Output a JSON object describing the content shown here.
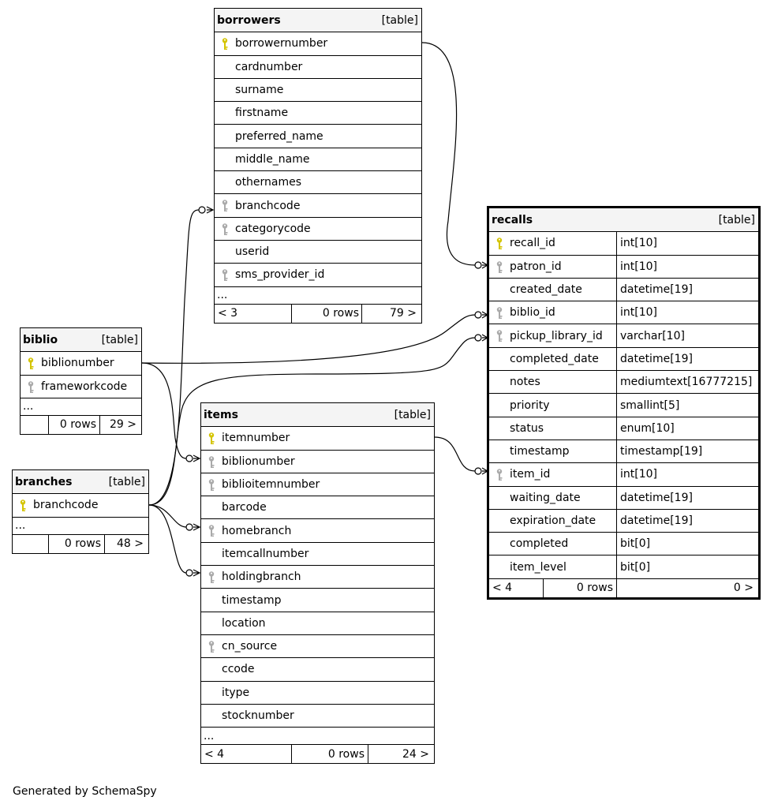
{
  "generated_by": "Generated by SchemaSpy",
  "tables": {
    "borrowers": {
      "name": "borrowers",
      "tag": "[table]",
      "columns": [
        {
          "name": "borrowernumber",
          "key": "primary"
        },
        {
          "name": "cardnumber",
          "key": "none"
        },
        {
          "name": "surname",
          "key": "none"
        },
        {
          "name": "firstname",
          "key": "none"
        },
        {
          "name": "preferred_name",
          "key": "none"
        },
        {
          "name": "middle_name",
          "key": "none"
        },
        {
          "name": "othernames",
          "key": "none"
        },
        {
          "name": "branchcode",
          "key": "foreign"
        },
        {
          "name": "categorycode",
          "key": "foreign"
        },
        {
          "name": "userid",
          "key": "none"
        },
        {
          "name": "sms_provider_id",
          "key": "foreign"
        }
      ],
      "more": "...",
      "footer": {
        "parents": "< 3",
        "rows": "0 rows",
        "children": "79 >"
      }
    },
    "biblio": {
      "name": "biblio",
      "tag": "[table]",
      "columns": [
        {
          "name": "biblionumber",
          "key": "primary"
        },
        {
          "name": "frameworkcode",
          "key": "foreign"
        }
      ],
      "more": "...",
      "footer": {
        "parents": "",
        "rows": "0 rows",
        "children": "29 >"
      }
    },
    "branches": {
      "name": "branches",
      "tag": "[table]",
      "columns": [
        {
          "name": "branchcode",
          "key": "primary"
        }
      ],
      "more": "...",
      "footer": {
        "parents": "",
        "rows": "0 rows",
        "children": "48 >"
      }
    },
    "items": {
      "name": "items",
      "tag": "[table]",
      "columns": [
        {
          "name": "itemnumber",
          "key": "primary"
        },
        {
          "name": "biblionumber",
          "key": "foreign"
        },
        {
          "name": "biblioitemnumber",
          "key": "foreign"
        },
        {
          "name": "barcode",
          "key": "none"
        },
        {
          "name": "homebranch",
          "key": "foreign"
        },
        {
          "name": "itemcallnumber",
          "key": "none"
        },
        {
          "name": "holdingbranch",
          "key": "foreign"
        },
        {
          "name": "timestamp",
          "key": "none"
        },
        {
          "name": "location",
          "key": "none"
        },
        {
          "name": "cn_source",
          "key": "foreign"
        },
        {
          "name": "ccode",
          "key": "none"
        },
        {
          "name": "itype",
          "key": "none"
        },
        {
          "name": "stocknumber",
          "key": "none"
        }
      ],
      "more": "...",
      "footer": {
        "parents": "< 4",
        "rows": "0 rows",
        "children": "24 >"
      }
    },
    "recalls": {
      "name": "recalls",
      "tag": "[table]",
      "columns": [
        {
          "name": "recall_id",
          "type": "int[10]",
          "key": "primary"
        },
        {
          "name": "patron_id",
          "type": "int[10]",
          "key": "foreign"
        },
        {
          "name": "created_date",
          "type": "datetime[19]",
          "key": "none"
        },
        {
          "name": "biblio_id",
          "type": "int[10]",
          "key": "foreign"
        },
        {
          "name": "pickup_library_id",
          "type": "varchar[10]",
          "key": "foreign"
        },
        {
          "name": "completed_date",
          "type": "datetime[19]",
          "key": "none"
        },
        {
          "name": "notes",
          "type": "mediumtext[16777215]",
          "key": "none"
        },
        {
          "name": "priority",
          "type": "smallint[5]",
          "key": "none"
        },
        {
          "name": "status",
          "type": "enum[10]",
          "key": "none"
        },
        {
          "name": "timestamp",
          "type": "timestamp[19]",
          "key": "none"
        },
        {
          "name": "item_id",
          "type": "int[10]",
          "key": "foreign"
        },
        {
          "name": "waiting_date",
          "type": "datetime[19]",
          "key": "none"
        },
        {
          "name": "expiration_date",
          "type": "datetime[19]",
          "key": "none"
        },
        {
          "name": "completed",
          "type": "bit[0]",
          "key": "none"
        },
        {
          "name": "item_level",
          "type": "bit[0]",
          "key": "none"
        }
      ],
      "footer": {
        "parents": "< 4",
        "rows": "0 rows",
        "children": "0 >"
      }
    }
  },
  "colors": {
    "primary_key": "#d4c400",
    "foreign_key": "#aaaaaa",
    "header_bg": "#f4f4f4"
  }
}
